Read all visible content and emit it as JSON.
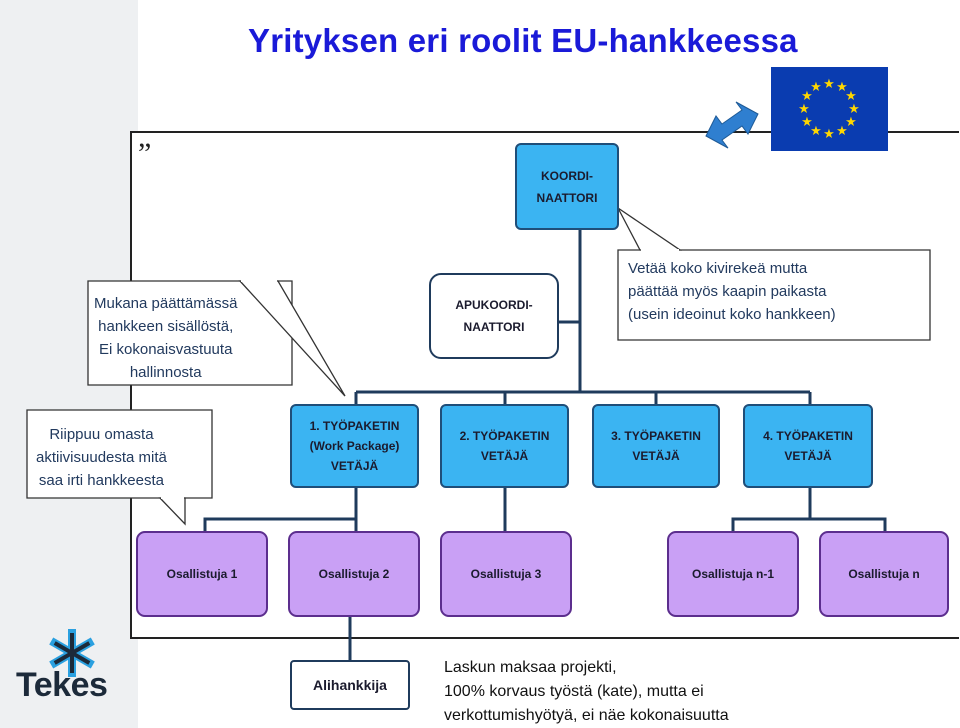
{
  "title": "Yrityksen eri roolit EU-hankkeessa",
  "quote_mark": "”",
  "coordinator": {
    "line1": "KOORDI-",
    "line2": "NAATTORI"
  },
  "coordinator_note": {
    "line1": "Vetää koko kivirekeä mutta",
    "line2": "päättää myös kaapin paikasta",
    "line3": "(usein ideoinut koko hankkeen)"
  },
  "apucoordinator": {
    "line1": "APUKOORDI-",
    "line2": "NAATTORI"
  },
  "apucoordinator_note": {
    "line1": "Mukana päättämässä",
    "line2": "hankkeen sisällöstä,",
    "line3": "Ei kokonaisvastuuta",
    "line4": "hallinnosta"
  },
  "workpackage_note": {
    "line1": "Riippuu omasta",
    "line2": "aktiivisuudesta mitä",
    "line3": "saa irti hankkeesta"
  },
  "workpackages": [
    {
      "line1": "1. TYÖPAKETIN",
      "line2": "(Work Package)",
      "line3": "VETÄJÄ"
    },
    {
      "line1": "2. TYÖPAKETIN",
      "line2": "VETÄJÄ"
    },
    {
      "line1": "3. TYÖPAKETIN",
      "line2": "VETÄJÄ"
    },
    {
      "line1": "4. TYÖPAKETIN",
      "line2": "VETÄJÄ"
    }
  ],
  "participants": [
    "Osallistuja 1",
    "Osallistuja 2",
    "Osallistuja 3",
    "Osallistuja n-1",
    "Osallistuja n"
  ],
  "subcontractor": "Alihankkija",
  "subcontractor_note": {
    "line1": "Laskun maksaa projekti,",
    "line2": "100% korvaus työstä (kate), mutta ei",
    "line3": "verkottumishyötyä, ei näe kokonaisuutta"
  },
  "logo": {
    "text": "Tekes"
  },
  "colors": {
    "title": "#1a1ad8",
    "coordinator_fill": "#3bb4f2",
    "participant_fill": "#c9a0f5",
    "connector": "#1f3b5c",
    "eu_blue": "#0a3cb0",
    "eu_star": "#ffd700",
    "arrow": "#2f7fd0"
  }
}
